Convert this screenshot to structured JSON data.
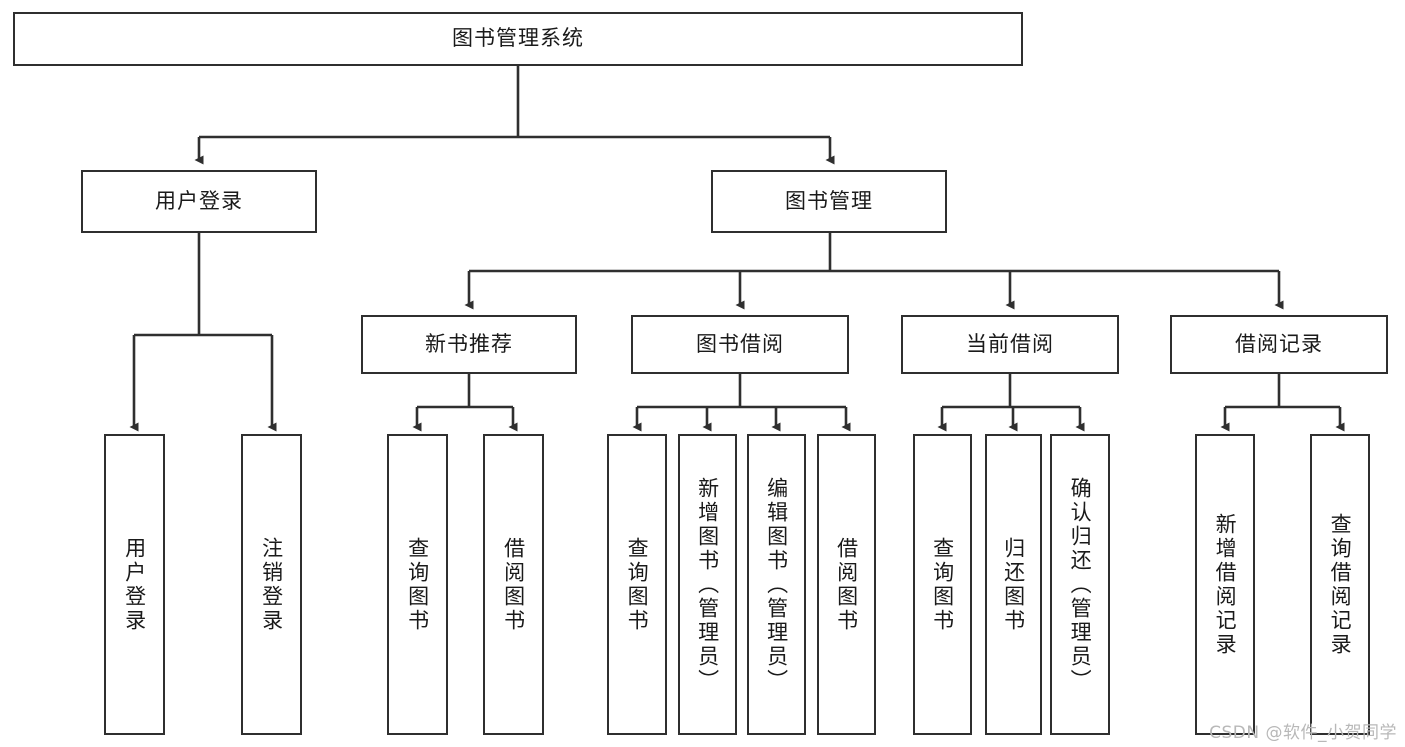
{
  "diagram": {
    "type": "tree-hierarchy",
    "orientation": "top-down",
    "root": {
      "label": "图书管理系统"
    },
    "level1": [
      {
        "label": "用户登录"
      },
      {
        "label": "图书管理"
      }
    ],
    "level2": [
      {
        "label": "新书推荐"
      },
      {
        "label": "图书借阅"
      },
      {
        "label": "当前借阅"
      },
      {
        "label": "借阅记录"
      }
    ],
    "leaves": {
      "user_login": [
        {
          "label": "用户登录"
        },
        {
          "label": "注销登录"
        }
      ],
      "new_book_recommend": [
        {
          "label": "查询图书"
        },
        {
          "label": "借阅图书"
        }
      ],
      "book_borrow": [
        {
          "label": "查询图书"
        },
        {
          "label": "新增图书（管理员）"
        },
        {
          "label": "编辑图书（管理员）"
        },
        {
          "label": "借阅图书"
        }
      ],
      "current_borrow": [
        {
          "label": "查询图书"
        },
        {
          "label": "归还图书"
        },
        {
          "label": "确认归还（管理员）"
        }
      ],
      "borrow_records": [
        {
          "label": "新增借阅记录"
        },
        {
          "label": "查询借阅记录"
        }
      ]
    },
    "watermark": "CSDN @软件_小贺同学",
    "colors": {
      "border": "#2f2f2f",
      "text": "#1a1a1a",
      "background": "#ffffff",
      "connector": "#2f2f2f",
      "watermark": "#b8b8b8"
    }
  }
}
